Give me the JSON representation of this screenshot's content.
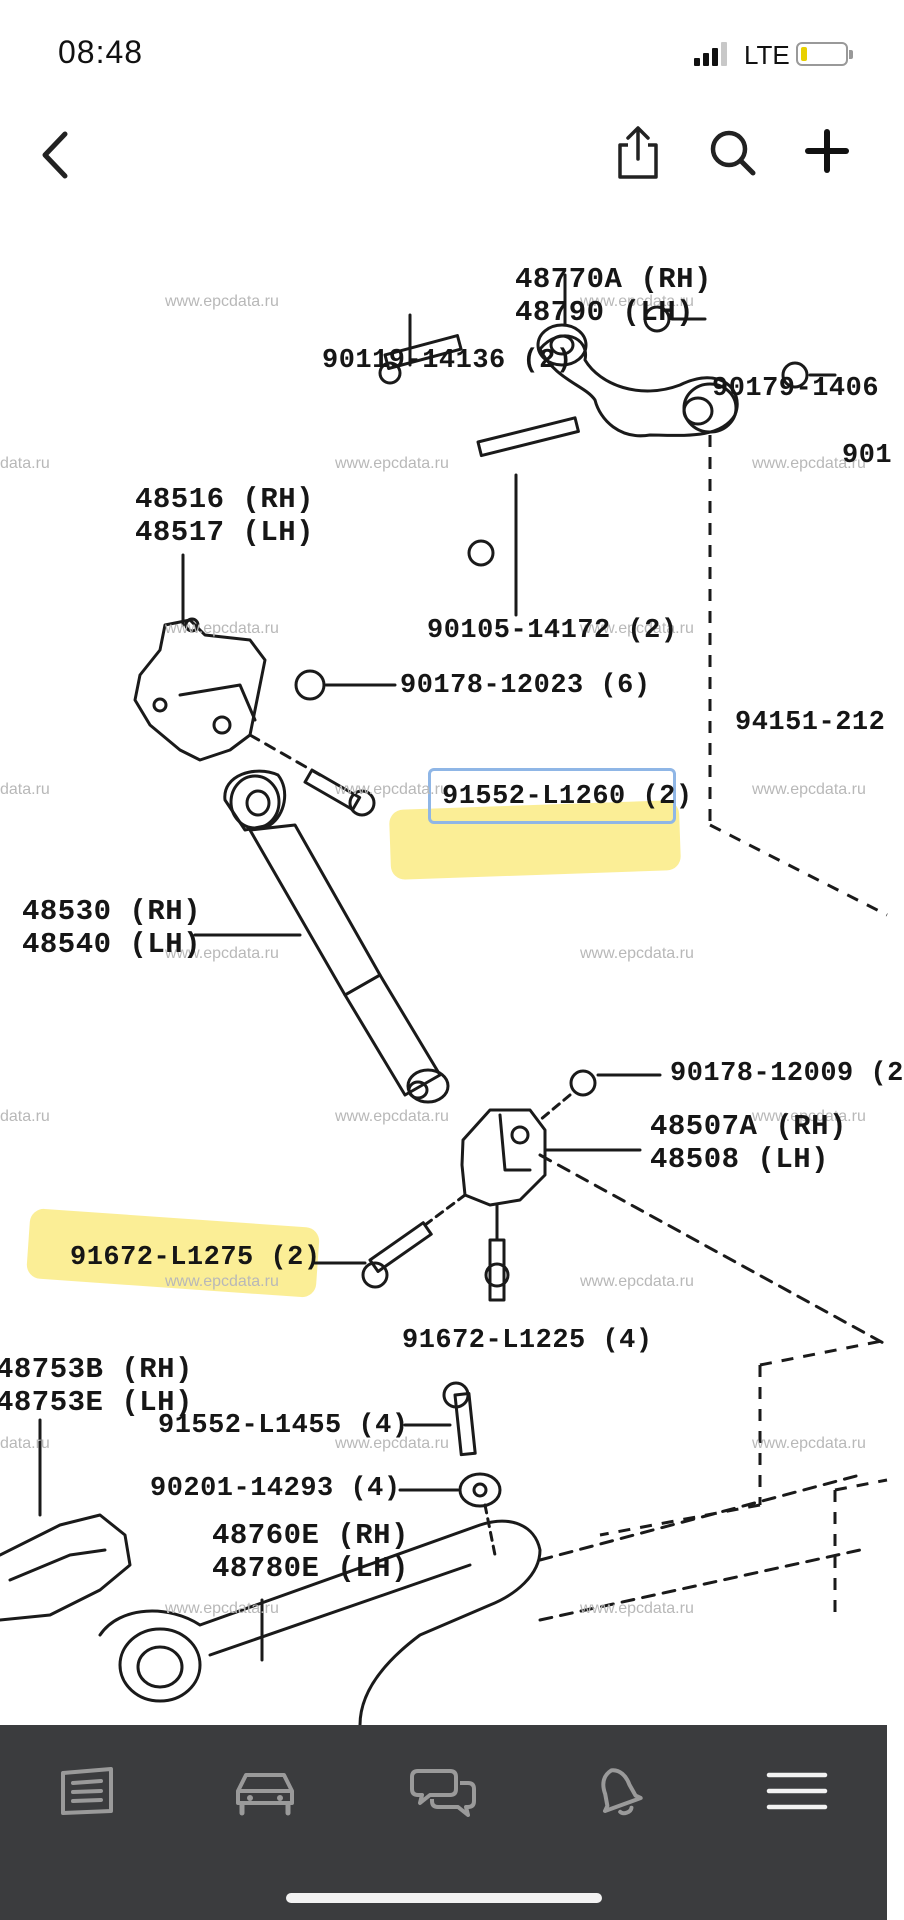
{
  "status": {
    "time": "08:48",
    "network": "LTE",
    "battery_color": "#e8d000"
  },
  "nav": {
    "back_icon": "chevron-left-icon",
    "share_icon": "share-icon",
    "search_icon": "search-icon",
    "add_icon": "plus-icon"
  },
  "diagram": {
    "watermark": "www.epcdata.ru",
    "watermark_partial": "data.ru",
    "highlight_color": "#fae86e",
    "labels": {
      "arm_upper_rh": "48770A (RH)",
      "arm_upper_lh": "48790 (LH)",
      "bolt_90119": "90119-14136 (2)",
      "nut_90179": "90179-1406",
      "nut_90_partial": "901",
      "bracket_rh": "48516 (RH)",
      "bracket_lh": "48517 (LH)",
      "bolt_90105": "90105-14172 (2)",
      "nut_90178_12023": "90178-12023 (6)",
      "part_94151": "94151-212",
      "bolt_91552_l1260": "91552-L1260 (2)",
      "absorber_rh": "48530 (RH)",
      "absorber_lh": "48540 (LH)",
      "nut_90178_12009": "90178-12009 (2",
      "bracket2_rh": "48507A (RH)",
      "bracket2_lh": "48508 (LH)",
      "bolt_91672_l1275": "91672-L1275 (2)",
      "bolt_91672_l1225": "91672-L1225 (4)",
      "arm_rear_rh": "48753B (RH)",
      "arm_rear_lh": "48753E (LH)",
      "bolt_91552_l1455": "91552-L1455 (4)",
      "washer_90201": "90201-14293 (4)",
      "arm_lower_rh": "48760E (RH)",
      "arm_lower_lh": "48780E (LH)"
    }
  },
  "tabs": [
    {
      "name": "catalog",
      "icon": "catalog-list-icon"
    },
    {
      "name": "garage",
      "icon": "car-icon"
    },
    {
      "name": "chats",
      "icon": "chat-bubbles-icon"
    },
    {
      "name": "notifications",
      "icon": "bell-icon"
    },
    {
      "name": "menu",
      "icon": "hamburger-menu-icon"
    }
  ]
}
